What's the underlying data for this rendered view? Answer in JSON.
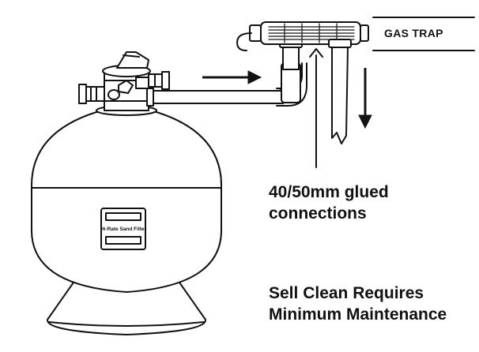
{
  "labels": {
    "gas_trap": "GAS TRAP",
    "connections_line1": "40/50mm glued",
    "connections_line2": "connections",
    "maintenance_line1": "Sell Clean Requires",
    "maintenance_line2": "Minimum Maintenance"
  },
  "filter": {
    "badge_text": "Hi-Rate Sand Filter"
  },
  "colors": {
    "stroke": "#111111",
    "fill": "#ffffff"
  }
}
